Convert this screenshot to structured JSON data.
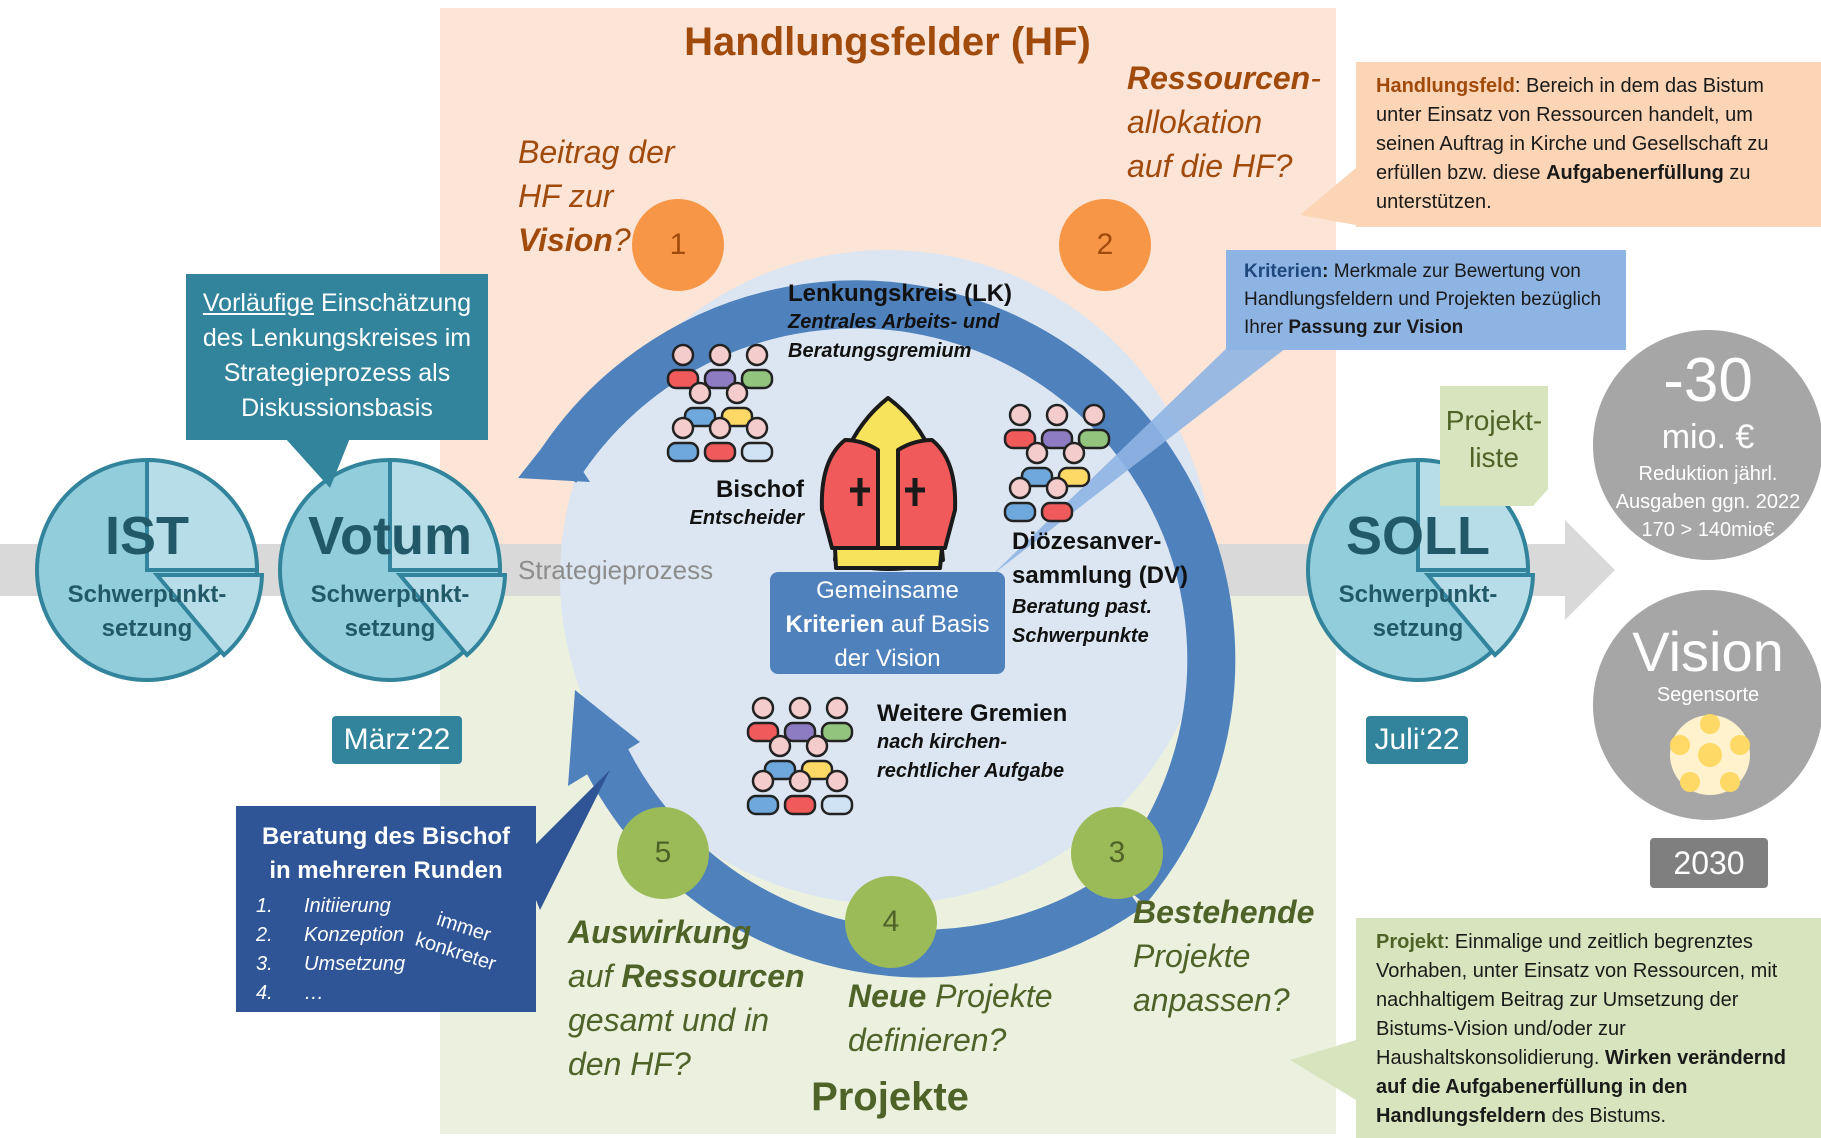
{
  "title": "Handlungsfelder (HF)",
  "bottom_title": "Projekte",
  "process_label": "Strategieprozess",
  "questions": {
    "q1": [
      "Beitrag der",
      "HF zur",
      "Vision",
      "?"
    ],
    "q2": [
      "Ressourcen",
      "-",
      "allokation",
      "auf die HF?"
    ],
    "q3": [
      "Bestehende",
      "Projekte",
      "anpassen?"
    ],
    "q4": [
      "Neue",
      " Projekte",
      "definieren?"
    ],
    "q5": [
      "Auswirkung",
      "auf ",
      "Ressourcen",
      "gesamt und in",
      "den HF?"
    ]
  },
  "step_numbers": [
    "1",
    "2",
    "3",
    "4",
    "5"
  ],
  "colors": {
    "orange_bg": "#fce4d6",
    "green_bg": "#ebf1de",
    "ring_blue": "#4f81bd",
    "step_orange": "#f79646",
    "step_green": "#9bbb59",
    "pie_fill": "#92cddc",
    "pie_stroke": "#31849b",
    "vorlaeufig_box": "#31849b",
    "beratung_box": "#2f5597",
    "kriterien_box": "#8eb4e3",
    "grey_circle": "#a6a6a6"
  },
  "hf_definition": {
    "term": "Handlungsfeld",
    "text_a": ": Bereich in dem das Bistum unter Einsatz von Ressourcen handelt, um seinen Auftrag in Kirche und Gesellschaft zu erfüllen bzw. diese ",
    "bold": "Aufgabenerfüllung",
    "text_b": " zu unterstützen."
  },
  "kriterien_definition": {
    "term": "Kriterien",
    "colon": ":",
    "text": " Merkmale zur Bewertung von Handlungsfeldern und Projekten bezüglich Ihrer ",
    "bold": "Passung zur Vision"
  },
  "projekt_definition": {
    "term": "Projekt",
    "text_a": ": Einmalige und zeitlich begrenztes Vorhaben, unter Einsatz von Ressourcen, mit nachhaltigem Beitrag zur Umsetzung der Bistums-Vision und/oder zur Haushaltskonsolidierung. ",
    "bold": "Wirken verändernd auf die Aufgabenerfüllung in den Handlungsfeldern",
    "text_b": " des Bistums."
  },
  "vorlaeufig_box": {
    "underlined": "Vorläufige",
    "rest": " Einschätzung des Lenkungskreises im Strategieprozess als Diskussionsbasis"
  },
  "beratung_box": {
    "title": "Beratung des Bischof in mehreren Runden",
    "steps": [
      {
        "num": "1.",
        "label": "Initiierung"
      },
      {
        "num": "2.",
        "label": "Konzeption"
      },
      {
        "num": "3.",
        "label": "Umsetzung"
      },
      {
        "num": "4.",
        "label": "…"
      }
    ],
    "side_note": [
      "immer",
      "konkreter"
    ]
  },
  "gremien": {
    "lk_title": "Lenkungskreis (LK)",
    "lk_sub": [
      "Zentrales Arbeits- und",
      "Beratungsgremium"
    ],
    "bischof_title": "Bischof",
    "bischof_sub": "Entscheider",
    "dv_title": [
      "Diözesanver-",
      "sammlung (DV)"
    ],
    "dv_sub": [
      "Beratung past.",
      "Schwerpunkte"
    ],
    "wg_title": "Weitere Gremien",
    "wg_sub": [
      "nach kirchen-",
      "rechtlicher Aufgabe"
    ]
  },
  "criteria_center": {
    "line1": "Gemeinsame",
    "bold": "Kriterien",
    "line2_rest": " auf Basis",
    "line3": "der Vision"
  },
  "pies": [
    {
      "title": "IST",
      "sub": [
        "Schwerpunkt-",
        "setzung"
      ]
    },
    {
      "title": "Votum",
      "sub": [
        "Schwerpunkt-",
        "setzung"
      ]
    },
    {
      "title": "SOLL",
      "sub": [
        "Schwerpunkt-",
        "setzung"
      ]
    }
  ],
  "dates": {
    "maerz": "März‘22",
    "juli": "Juli‘22",
    "year": "2030"
  },
  "projektliste": [
    "Projekt-",
    "liste"
  ],
  "savings": {
    "big": "-30",
    "unit": "mio. €",
    "lines": [
      "Reduktion jährl.",
      "Ausgaben ggn. 2022",
      "170 > 140mio€"
    ]
  },
  "vision": {
    "title": "Vision",
    "sub": "Segensorte"
  }
}
